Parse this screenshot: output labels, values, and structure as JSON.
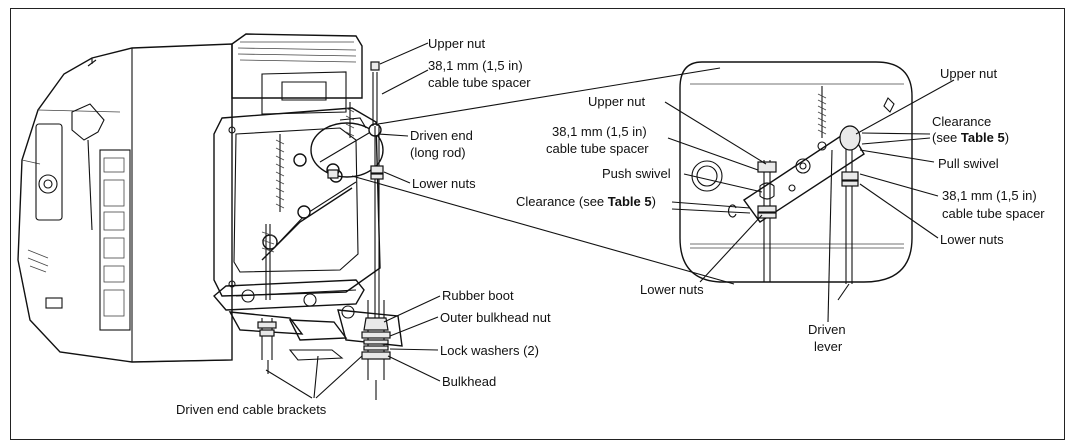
{
  "labels": {
    "upper_nut": "Upper nut",
    "spacer_1": "38,1 mm (1,5 in)",
    "spacer_2": "cable tube spacer",
    "driven_end_1": "Driven end",
    "driven_end_2": "(long rod)",
    "lower_nuts": "Lower nuts",
    "rubber_boot": "Rubber boot",
    "outer_bulkhead_nut": "Outer bulkhead nut",
    "lock_washers": "Lock washers (2)",
    "bulkhead": "Bulkhead",
    "driven_end_cable_brackets": "Driven end cable brackets"
  },
  "detail": {
    "upper_nut_left": "Upper nut",
    "spacer_left_1": "38,1 mm (1,5 in)",
    "spacer_left_2": "cable tube spacer",
    "push_swivel": "Push swivel",
    "clearance_left_prefix": "Clearance (see ",
    "clearance_left_bold": "Table 5",
    "clearance_left_suffix": ")",
    "lower_nuts_bottom": "Lower nuts",
    "upper_nut_right": "Upper nut",
    "clearance_right_1": "Clearance",
    "clearance_right_2_prefix": "(see ",
    "clearance_right_2_bold": "Table 5",
    "clearance_right_2_suffix": ")",
    "pull_swivel": "Pull swivel",
    "spacer_right_1": "38,1 mm (1,5 in)",
    "spacer_right_2": "cable tube spacer",
    "lower_nuts_right": "Lower nuts",
    "driven_lever_1": "Driven",
    "driven_lever_2": "lever"
  }
}
